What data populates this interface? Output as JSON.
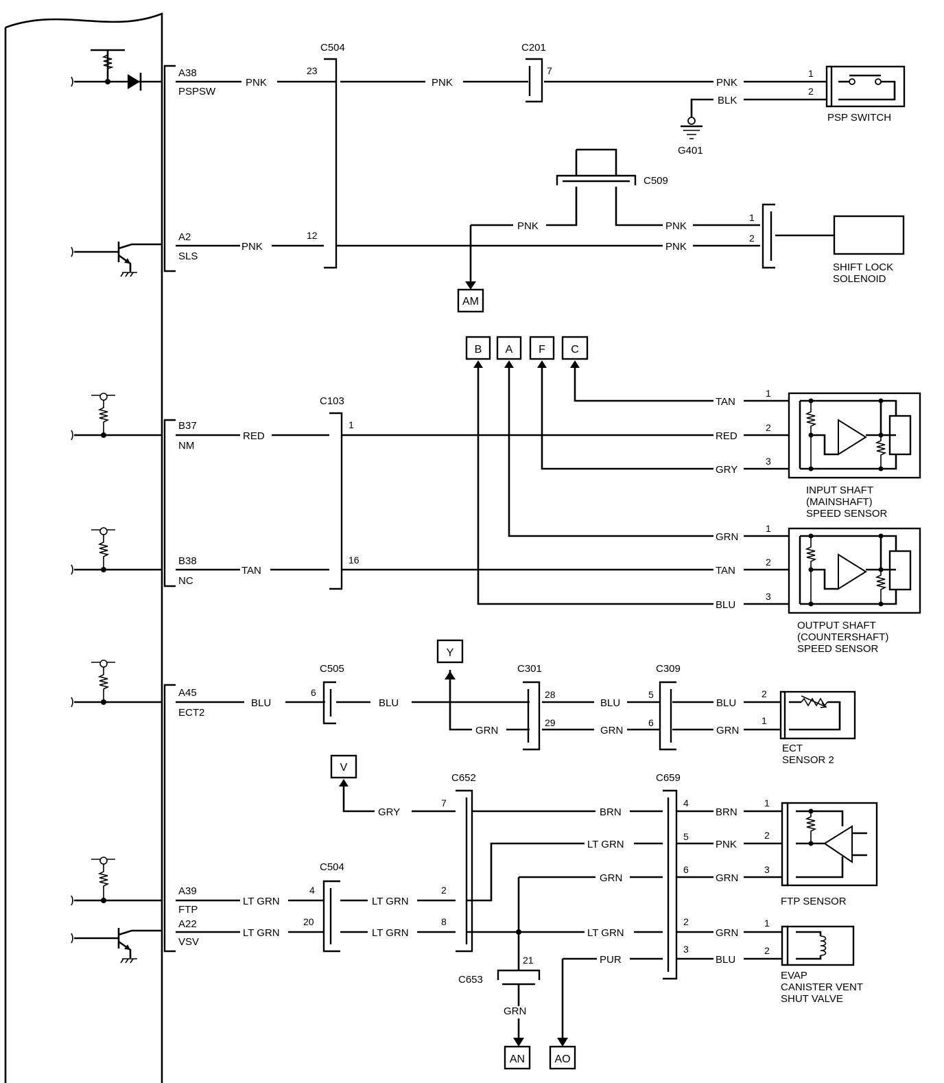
{
  "ecm_pins": {
    "a38": {
      "pin": "A38",
      "name": "PSPSW"
    },
    "a2": {
      "pin": "A2",
      "name": "SLS"
    },
    "b37": {
      "pin": "B37",
      "name": "NM"
    },
    "b38": {
      "pin": "B38",
      "name": "NC"
    },
    "a45": {
      "pin": "A45",
      "name": "ECT2"
    },
    "a39": {
      "pin": "A39",
      "name": "FTP"
    },
    "a22": {
      "pin": "A22",
      "name": "VSV"
    }
  },
  "connectors": {
    "c504_top": {
      "label": "C504",
      "pins": [
        "23",
        "12"
      ]
    },
    "c201": {
      "label": "C201",
      "pins": [
        "7"
      ]
    },
    "c509": {
      "label": "C509"
    },
    "c103": {
      "label": "C103",
      "pins": [
        "1",
        "16"
      ]
    },
    "c505": {
      "label": "C505",
      "pins": [
        "6"
      ]
    },
    "c301": {
      "label": "C301",
      "pins": [
        "28",
        "29"
      ]
    },
    "c309": {
      "label": "C309",
      "pins": [
        "5",
        "6"
      ]
    },
    "c652": {
      "label": "C652",
      "pins": [
        "7",
        "2",
        "8"
      ]
    },
    "c504_bot": {
      "label": "C504",
      "pins": [
        "4",
        "20"
      ]
    },
    "c659": {
      "label": "C659",
      "pins": [
        "4",
        "5",
        "6",
        "2",
        "3"
      ]
    },
    "c653": {
      "label": "C653",
      "pins": [
        "21"
      ]
    }
  },
  "wires": {
    "a38_1": "PNK",
    "a38_2": "PNK",
    "psp_1": "PNK",
    "psp_2": "BLK",
    "a2_1": "PNK",
    "c509_l": "PNK",
    "c509_r": "PNK",
    "sls_2": "PNK",
    "tan_c": "TAN",
    "b37_1": "RED",
    "red_r": "RED",
    "gry_f": "GRY",
    "grn_a": "GRN",
    "b38_1": "TAN",
    "tan_r": "TAN",
    "blu_b": "BLU",
    "a45_1": "BLU",
    "a45_2": "BLU",
    "grn_y": "GRN",
    "c301_blu": "BLU",
    "c301_grn": "GRN",
    "ect_blu": "BLU",
    "ect_grn": "GRN",
    "gry_v": "GRY",
    "c652_brn": "BRN",
    "c652_ltgrn": "LT GRN",
    "c652_grn": "GRN",
    "c652_ltgrn2": "LT GRN",
    "c652_pur": "PUR",
    "a39_1": "LT GRN",
    "a39_2": "LT GRN",
    "a22_1": "LT GRN",
    "a22_2": "LT GRN",
    "ftp_brn": "BRN",
    "ftp_pnk": "PNK",
    "ftp_grn": "GRN",
    "evap_grn": "GRN",
    "evap_blu": "BLU",
    "c653_grn": "GRN"
  },
  "pins": {
    "psp_1": "1",
    "psp_2": "2",
    "sls_1": "1",
    "sls_2": "2",
    "in_1": "1",
    "in_2": "2",
    "in_3": "3",
    "out_1": "1",
    "out_2": "2",
    "out_3": "3",
    "ect_2": "2",
    "ect_1": "1",
    "ftp_1": "1",
    "ftp_2": "2",
    "ftp_3": "3",
    "evap_1": "1",
    "evap_2": "2"
  },
  "grounds": {
    "g401": "G401"
  },
  "references": {
    "am": "AM",
    "b": "B",
    "a": "A",
    "f": "F",
    "c": "C",
    "y": "Y",
    "v": "V",
    "an": "AN",
    "ao": "AO"
  },
  "components": {
    "psp_switch": "PSP SWITCH",
    "shift_lock": [
      "SHIFT LOCK",
      "SOLENOID"
    ],
    "input_sensor": [
      "INPUT SHAFT",
      "(MAINSHAFT)",
      "SPEED SENSOR"
    ],
    "output_sensor": [
      "OUTPUT SHAFT",
      "(COUNTERSHAFT)",
      "SPEED SENSOR"
    ],
    "ect_sensor": [
      "ECT",
      "SENSOR 2"
    ],
    "ftp_sensor": "FTP SENSOR",
    "evap_valve": [
      "EVAP",
      "CANISTER VENT",
      "SHUT VALVE"
    ]
  }
}
